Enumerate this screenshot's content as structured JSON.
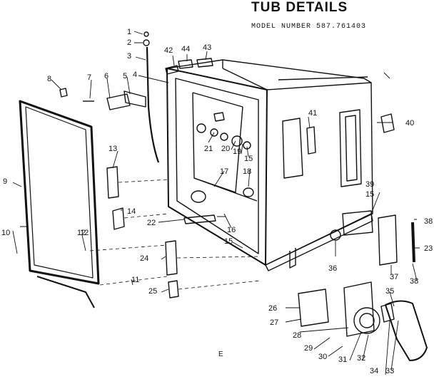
{
  "title": "TUB DETAILS",
  "model_line": "MODEL NUMBER 587.761403",
  "code": "E",
  "part_labels": [
    "1",
    "2",
    "3",
    "4",
    "5",
    "6",
    "7",
    "8",
    "9",
    "10",
    "11",
    "12",
    "12",
    "13",
    "14",
    "15",
    "15",
    "15",
    "16",
    "17",
    "18",
    "19",
    "20",
    "21",
    "22",
    "23",
    "24",
    "25",
    "26",
    "27",
    "28",
    "29",
    "30",
    "31",
    "32",
    "33",
    "34",
    "35",
    "36",
    "37",
    "38",
    "38",
    "39",
    "40",
    "41",
    "42",
    "43",
    "44"
  ]
}
